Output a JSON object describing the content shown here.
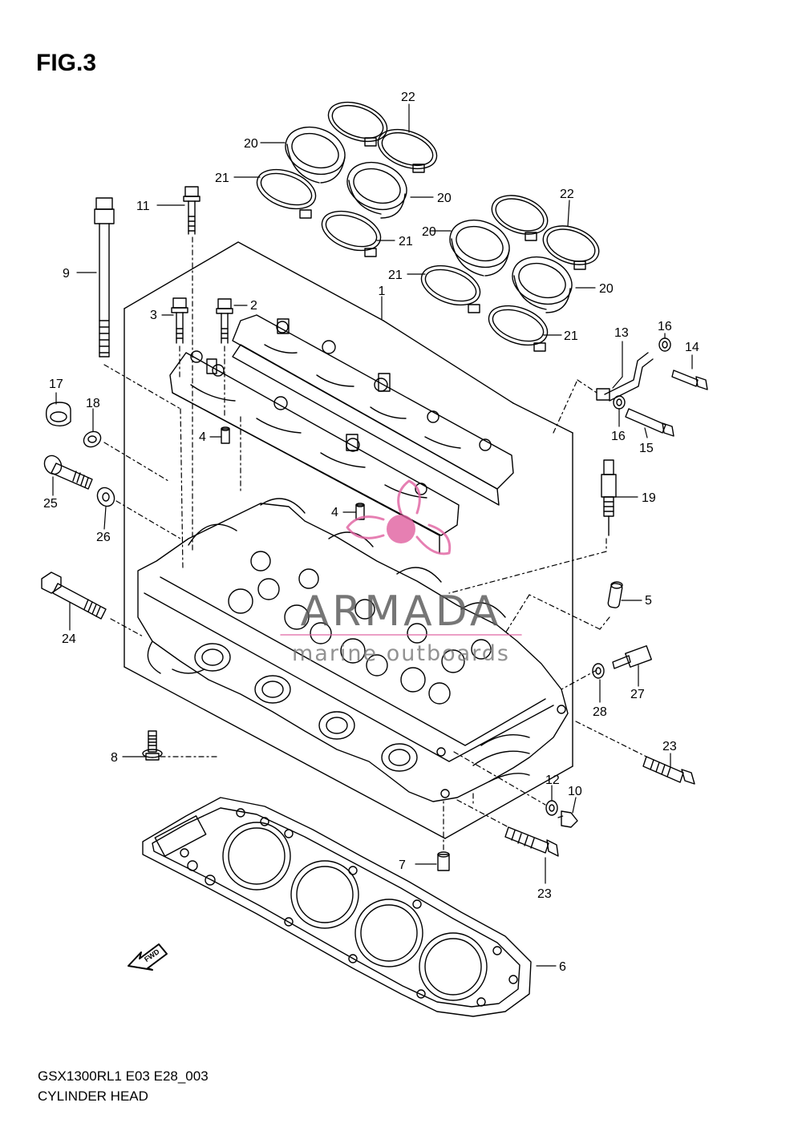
{
  "figure": {
    "title": "FIG.3"
  },
  "footer": {
    "model_code": "GSX1300RL1 E03 E28_003",
    "section_name": "CYLINDER HEAD"
  },
  "watermark": {
    "brand": "ARMADA",
    "tagline": "marine outboards"
  },
  "fwd_arrow": {
    "label": "FWD"
  },
  "callouts": {
    "c1": "1",
    "c2": "2",
    "c3": "3",
    "c4a": "4",
    "c4b": "4",
    "c5": "5",
    "c6": "6",
    "c7": "7",
    "c8": "8",
    "c9": "9",
    "c10": "10",
    "c11": "11",
    "c12": "12",
    "c13": "13",
    "c14": "14",
    "c15": "15",
    "c16a": "16",
    "c16b": "16",
    "c17": "17",
    "c18": "18",
    "c19": "19",
    "c20a": "20",
    "c20b": "20",
    "c20c": "20",
    "c20d": "20",
    "c21a": "21",
    "c21b": "21",
    "c21c": "21",
    "c21d": "21",
    "c22a": "22",
    "c22b": "22",
    "c23a": "23",
    "c23b": "23",
    "c24": "24",
    "c25": "25",
    "c26": "26",
    "c27": "27",
    "c28": "28"
  },
  "colors": {
    "line": "#000000",
    "watermark": "#e060a0"
  }
}
